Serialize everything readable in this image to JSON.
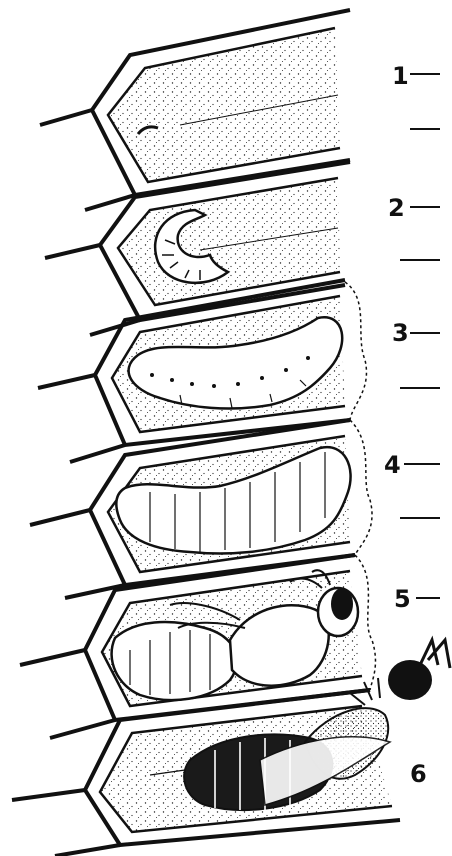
{
  "figure": {
    "labels": [
      "1",
      "2",
      "3",
      "4",
      "5",
      "6"
    ],
    "colors": {
      "ink": "#111111",
      "paper": "#ffffff",
      "wax": "#f7f7f3"
    }
  }
}
